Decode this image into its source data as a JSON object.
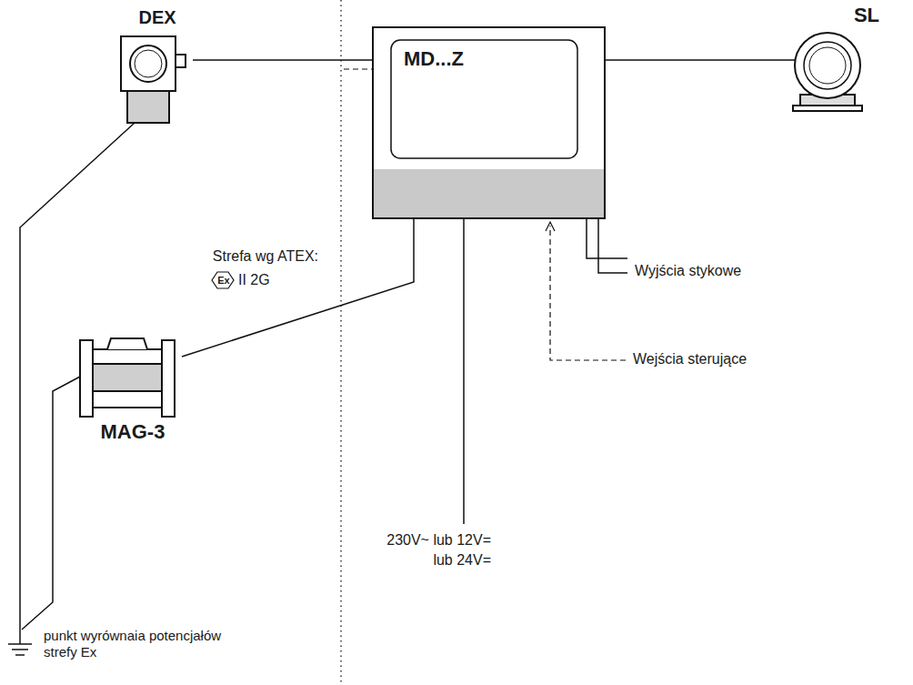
{
  "diagram": {
    "nodes": [
      {
        "text": [
          "DEX"
        ]
      },
      {
        "text": [
          "MD...Z"
        ]
      },
      {
        "text": [
          "SL"
        ]
      },
      {
        "text": [
          "MAG-3"
        ]
      }
    ],
    "edges": [
      {
        "from": 0,
        "to": 1,
        "arrow": "none"
      },
      {
        "from": 1,
        "to": 2,
        "arrow": "none"
      },
      {
        "from": 1,
        "to": 3,
        "arrow": "none"
      }
    ],
    "labels": [
      "Strefa wg ATEX:",
      "Ex",
      "II 2G",
      "Wyjścia stykowe",
      "Wejścia sterujące",
      "230V~ lub 12V=",
      "lub 24V=",
      "punkt wyrównaia potencjałów strefy Ex"
    ]
  }
}
